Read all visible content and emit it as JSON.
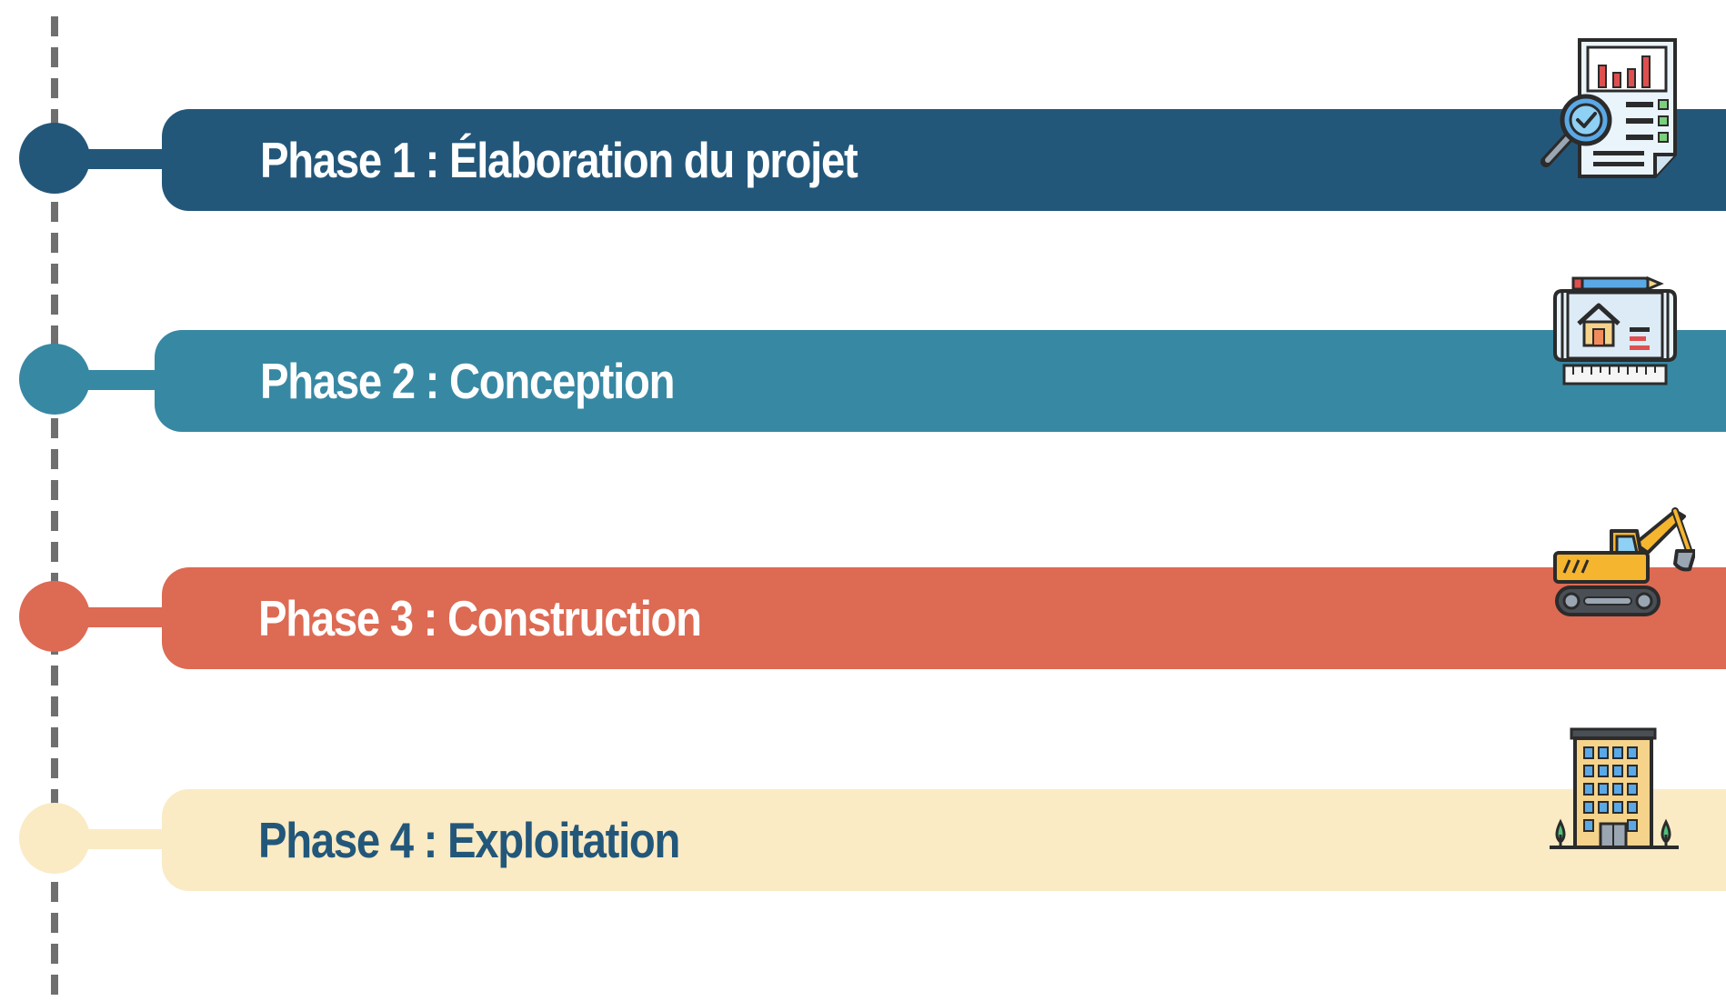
{
  "colors": {
    "timeline": "#6f6f6f",
    "phase1": "#23577a",
    "phase2": "#3788a3",
    "phase3": "#dd6a53",
    "phase4": "#faebc5",
    "text_light": "#ffffff",
    "text_dark": "#23577a"
  },
  "phases": [
    {
      "label": "Phase 1 : Élaboration du projet",
      "icon": "report-magnifier-icon"
    },
    {
      "label": "Phase 2 : Conception",
      "icon": "blueprint-icon"
    },
    {
      "label": "Phase 3 : Construction",
      "icon": "excavator-icon"
    },
    {
      "label": "Phase 4 : Exploitation",
      "icon": "building-icon"
    }
  ]
}
